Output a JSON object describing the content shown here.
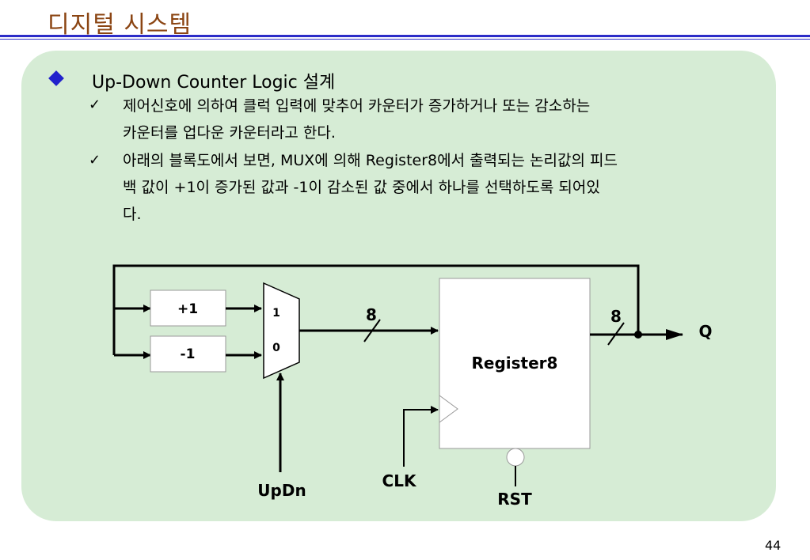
{
  "title": "디지털 시스템",
  "bullet": "Up-Down Counter Logic 설계",
  "subs": [
    {
      "line1": "제어신호에 의하여 클럭 입력에 맞추어 카운터가 증가하거나 또는 감소하는",
      "line2": "카운터를 업다운 카운터라고 한다."
    },
    {
      "line1": "아래의 블록도에서 보면, MUX에 의해 Register8에서 출력되는 논리값의 피드",
      "line2": "백 값이 +1이 증가된 값과 -1이 감소된 값 중에서 하나를 선택하도록 되어있",
      "line3": "다."
    }
  ],
  "check_mark": "✓",
  "diagram": {
    "plus_one": "+1",
    "minus_one": "-1",
    "mux_in1": "1",
    "mux_in0": "0",
    "bus_width_in": "8",
    "bus_width_out": "8",
    "register": "Register8",
    "output": "Q",
    "select": "UpDn",
    "clock": "CLK",
    "reset": "RST"
  },
  "page_number": "44",
  "colors": {
    "title": "#8B4513",
    "rule": "#2c2cc8",
    "panel": "#d6ecd5",
    "bullet": "#2222cc"
  }
}
